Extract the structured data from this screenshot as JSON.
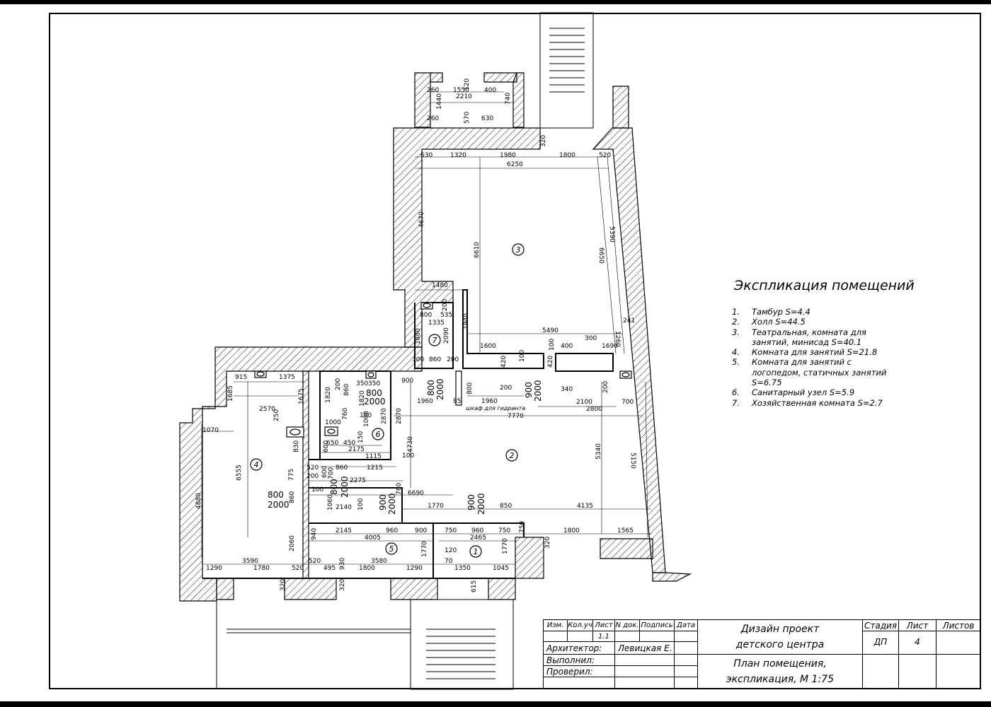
{
  "drawing": {
    "colors": {
      "line": "#000000",
      "background": "#ffffff"
    },
    "rooms": [
      {
        "number": "1"
      },
      {
        "number": "2"
      },
      {
        "number": "3"
      },
      {
        "number": "4"
      },
      {
        "number": "5"
      },
      {
        "number": "6"
      },
      {
        "number": "7"
      }
    ],
    "dimensions": {
      "d260a": "260",
      "d1550": "1550",
      "d120": "120",
      "d400": "400",
      "d2210": "2210",
      "d1440": "1440",
      "d740": "740",
      "d260b": "260",
      "d570": "570",
      "d630a": "630",
      "d320a": "320",
      "d630b": "630",
      "d1320": "1320",
      "d1980": "1980",
      "d1800a": "1800",
      "d520a": "520",
      "d6250": "6250",
      "d4670": "4670",
      "d6610": "6610",
      "d5390": "5390",
      "d6650": "6650",
      "d1480": "1480",
      "d800a": "800",
      "d535": "535",
      "d200a": "200",
      "d1335": "1335",
      "d1880": "1880",
      "d2090": "2090",
      "d1940": "1940",
      "d5490": "5490",
      "d241": "241",
      "d1260": "1260",
      "d300a": "300",
      "d1600": "1600",
      "d400b": "400",
      "d1690": "1690",
      "d100a": "100",
      "d100b": "100",
      "d300b": "300",
      "d860a": "860",
      "d200b": "200",
      "d420a": "420",
      "d420b": "420",
      "d915": "915",
      "d1375": "1375",
      "d900a": "900",
      "d350a": "350",
      "d350b": "350",
      "d200c": "200",
      "d860b": "860",
      "d800b": "800",
      "d2000a": "2000",
      "d800c": "800",
      "d2000b": "2000",
      "d800d": "800",
      "d900b": "900",
      "d2000c": "2000",
      "d200d": "200",
      "d340": "340",
      "d200e": "200",
      "d700a": "700",
      "d1685": "1685",
      "d1675": "1675",
      "d1820a": "1820",
      "d1820b": "1820",
      "d2870a": "2870",
      "d2870b": "2870",
      "d1960a": "1960",
      "d85": "85",
      "d1960b": "1960",
      "d2100": "2100",
      "d2800": "2800",
      "d2570": "2570",
      "d250": "250",
      "d760a": "760",
      "d100c": "100",
      "d1000a": "1000",
      "cabinet": "шкаф для гидранта",
      "d7770": "7770",
      "d1070": "1070",
      "d1000b": "1000",
      "d650": "650",
      "d450": "450",
      "d150": "150",
      "d2175": "2175",
      "d830": "830",
      "d600a": "600",
      "d1115": "1115",
      "d100d": "100",
      "d4730": "4730",
      "d5340": "5340",
      "d5150": "5150",
      "d6555": "6555",
      "d520b": "520",
      "d700b": "700",
      "d860c": "860",
      "d1215": "1215",
      "d775": "775",
      "d200f": "200",
      "d2275": "2275",
      "d600b": "600",
      "d800e": "800",
      "d2000d": "2000",
      "d100e": "100",
      "d760b": "760",
      "d6690": "6690",
      "d4880": "4880",
      "d800f": "800",
      "d2000e": "2000",
      "d1060": "1060",
      "d2140": "2140",
      "d100f": "100",
      "d900c": "900",
      "d2000f": "2000",
      "d1770a": "1770",
      "d900d": "900",
      "d2000g": "2000",
      "d850": "850",
      "d4135": "4135",
      "d940": "940",
      "d2145": "2145",
      "d960a": "960",
      "d900e": "900",
      "d750a": "750",
      "d960b": "960",
      "d750b": "750",
      "d750c": "750",
      "d1800b": "1800",
      "d1565": "1565",
      "d4005": "4005",
      "d2465": "2465",
      "d2060": "2060",
      "d1770b": "1770",
      "d120b": "120",
      "d1770c": "1770",
      "d320b": "320",
      "d520c": "520",
      "d70": "70",
      "d3590": "3590",
      "d3580": "3580",
      "d1290a": "1290",
      "d1780": "1780",
      "d520d": "520",
      "d495": "495",
      "d930": "930",
      "d1800c": "1800",
      "d1290b": "1290",
      "d1350": "1350",
      "d1045": "1045",
      "d320c": "320",
      "d320d": "320",
      "d615": "615",
      "d860d": "860"
    }
  },
  "legend": {
    "title": "Экспликация помещений",
    "items": [
      {
        "num": "1.",
        "text": "Тамбур S=4.4"
      },
      {
        "num": "2.",
        "text": "Холл S=44.5"
      },
      {
        "num": "3.",
        "text": "Театральная, комната для занятий, минисад S=40.1"
      },
      {
        "num": "4.",
        "text": "Комната для занятий S=21.8"
      },
      {
        "num": "5.",
        "text": "Комната для занятий с логопедом, статичных занятий S=6.75"
      },
      {
        "num": "6.",
        "text": "Санитарный узел S=5.9"
      },
      {
        "num": "7.",
        "text": "Хозяйственная комната S=2.7"
      }
    ]
  },
  "title_block": {
    "headers": [
      "Изм.",
      "Кол.уч",
      "Лист",
      "N док.",
      "Подпись",
      "Дата"
    ],
    "sheet_ref": "1.1",
    "architect_label": "Архитектор:",
    "architect_name": "Левицкая Е.",
    "performed_label": "Выполнил:",
    "checked_label": "Проверил:",
    "project_line1": "Дизайн проект",
    "project_line2": "детского центра",
    "sheet_title_line1": "План помещения,",
    "sheet_title_line2": "экспликация, М 1:75",
    "stage_label": "Стадия",
    "sheet_label": "Лист",
    "sheets_label": "Листов",
    "stage_value": "ДП",
    "sheet_value": "4",
    "sheets_value": ""
  }
}
